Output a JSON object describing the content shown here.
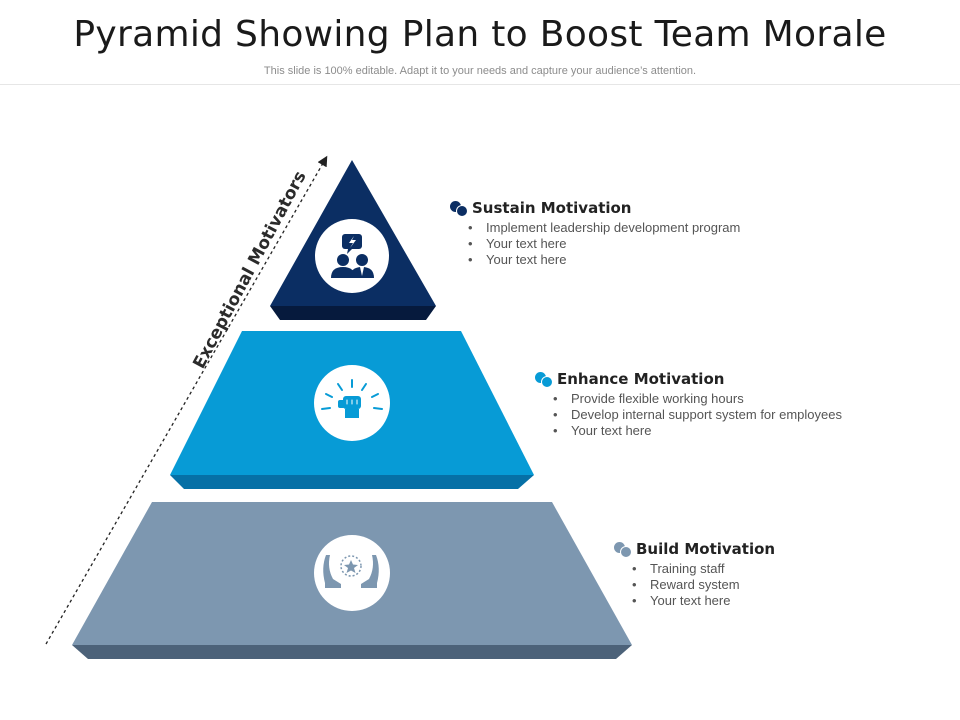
{
  "title": "Pyramid Showing Plan to Boost Team Morale",
  "subtitle": "This slide is 100% editable. Adapt it to your needs and capture your audience’s attention.",
  "axis_label": "Exceptional Motivators",
  "colors": {
    "top": "#0b2e63",
    "middle": "#079bd6",
    "bottom": "#7d97b0"
  },
  "levels": [
    {
      "title": "Sustain Motivation",
      "icon": "team-leader-icon",
      "points": [
        "Implement leadership  development program",
        "Your text here",
        "Your text here"
      ]
    },
    {
      "title": "Enhance Motivation",
      "icon": "raised-fist-icon",
      "points": [
        "Provide flexible working hours",
        "Develop internal support system for employees",
        "Your text here"
      ]
    },
    {
      "title": "Build Motivation",
      "icon": "hands-star-icon",
      "points": [
        "Training staff",
        "Reward system",
        "Your text here"
      ]
    }
  ]
}
